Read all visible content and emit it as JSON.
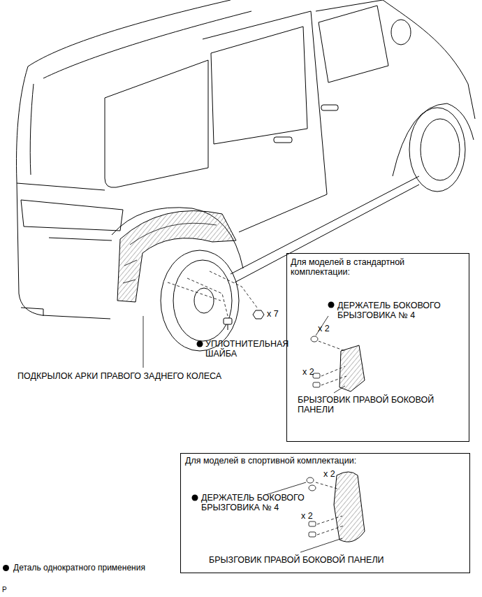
{
  "diagram": {
    "nodes": [
      {
        "text": [
          "Для моделей в стандартной комплектации:",
          "ДЕРЖАТЕЛЬ БОКОВОГО БРЫЗГОВИКА № 4",
          "x 2",
          "x 2",
          "БРЫЗГОВИК ПРАВОЙ БОКОВОЙ ПАНЕЛИ"
        ]
      },
      {
        "text": [
          "Для моделей в спортивной комплектации:",
          "x 2",
          "ДЕРЖАТЕЛЬ БОКОВОГО БРЫЗГОВИКА № 4",
          "x 2",
          "БРЫЗГОВИК ПРАВОЙ БОКОВОЙ ПАНЕЛИ"
        ]
      }
    ],
    "labels": [
      "x 7",
      "УПЛОТНИТЕЛЬНАЯ ШАЙБА",
      "ПОДКРЫЛОК АРКИ ПРАВОГО ЗАДНЕГО КОЛЕСА",
      "P"
    ],
    "legend": [
      {
        "text": "Деталь однократного применения"
      }
    ]
  }
}
